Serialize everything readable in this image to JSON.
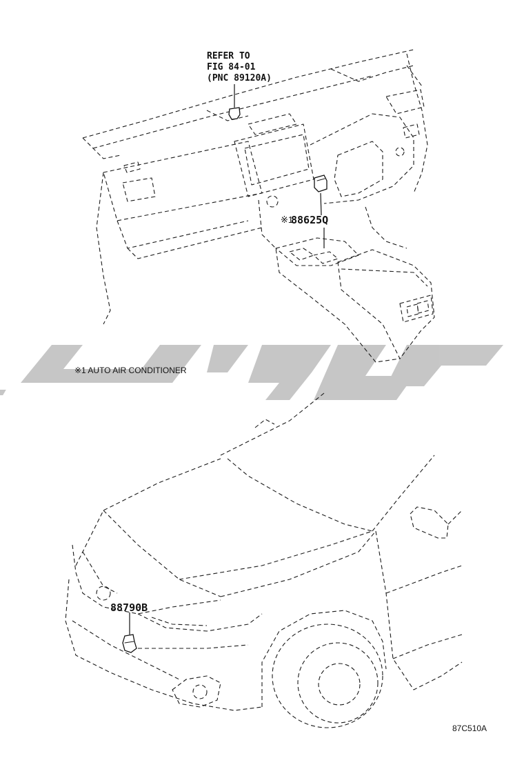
{
  "diagram": {
    "refer_note": {
      "line1": "REFER TO",
      "line2": "FIG 84-01",
      "line3": "(PNC 89120A)"
    },
    "callouts": {
      "sensor_dash": {
        "marker": "※1",
        "part_number": "88625Q"
      },
      "sensor_front": {
        "part_number": "88790B"
      }
    },
    "footnote": "※1 AUTO AIR CONDITIONER",
    "figure_code": "87C510A"
  }
}
